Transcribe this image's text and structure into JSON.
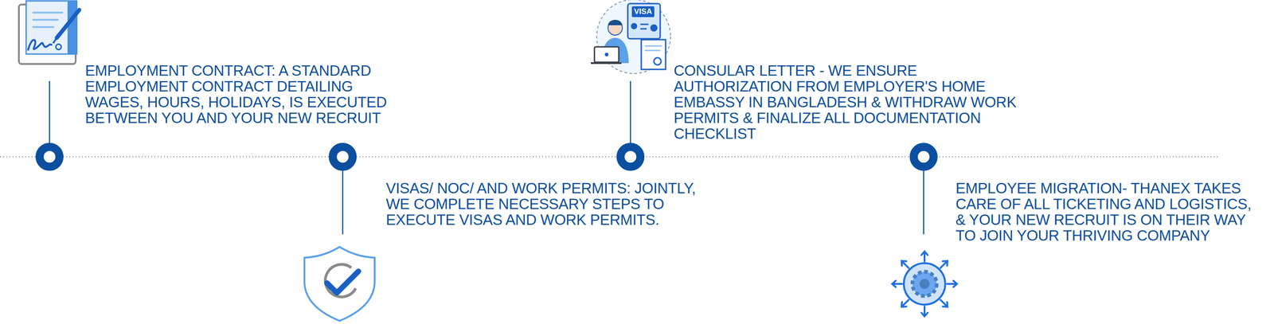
{
  "diagram": {
    "labels": [
      "EMPLOYMENT CONTRACT: A STANDARD EMPLOYMENT CONTRACT DETAILING WAGES, HOURS, HOLIDAYS, IS EXECUTED BETWEEN YOU AND YOUR NEW RECRUIT",
      "VISAS/ NOC/ AND WORK PERMITS: JOINTLY, WE COMPLETE NECESSARY STEPS TO EXECUTE VISAS AND WORK PERMITS.",
      "VISA",
      "CONSULAR LETTER - WE ENSURE AUTHORIZATION FROM EMPLOYER'S HOME EMBASSY IN BANGLADESH & WITHDRAW WORK PERMITS & FINALIZE ALL DOCUMENTATION CHECKLIST",
      "EMPLOYEE MIGRATION- THANEX TAKES CARE OF ALL TICKETING AND LOGISTICS, & YOUR NEW RECRUIT IS ON THEIR WAY TO JOIN YOUR THRIVING COMPANY"
    ]
  }
}
